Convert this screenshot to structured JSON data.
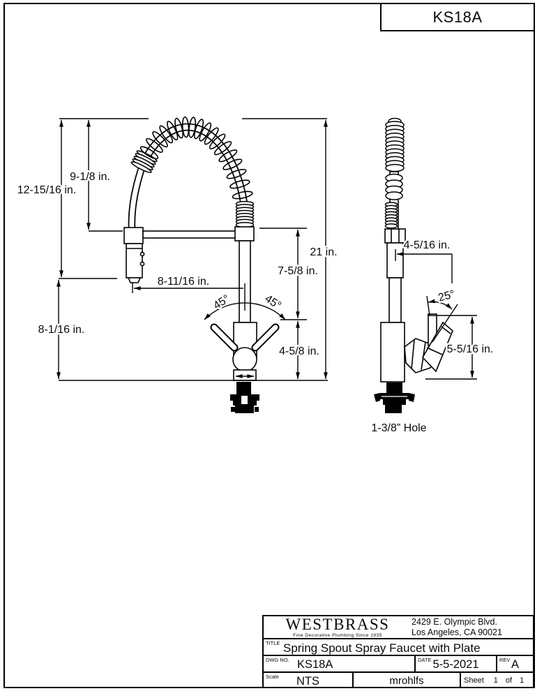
{
  "sheet": {
    "drawing_number": "KS18A"
  },
  "front_view": {
    "dim_height_to_outlet": "12-15/16 in.",
    "dim_spring_section": "9-1/8 in.",
    "dim_outlet_to_deck": "8-1/16 in.",
    "dim_spout_reach": "8-11/16 in.",
    "dim_total_height": "21 in.",
    "dim_bar_to_handle": "7-5/8 in.",
    "dim_handle_to_deck": "4-5/8 in.",
    "dim_swing_left": "45°",
    "dim_swing_right": "45°"
  },
  "side_view": {
    "dim_reach": "4-5/16 in.",
    "dim_handle_angle": "25°",
    "dim_handle_height": "5-5/16 in.",
    "hole_note": "1-3/8” Hole"
  },
  "title_block": {
    "company": "WESTBRASS",
    "tagline": "Fine Decorative Plumbing Since 1935",
    "address_line1": "2429 E. Olympic Blvd.",
    "address_line2": "Los Angeles, CA 90021",
    "title_label": "TITLE",
    "title": "Spring Spout Spray Faucet with Plate",
    "dwg_no_label": "DWG NO.",
    "dwg_no": "KS18A",
    "date_label": "DATE",
    "date": "5-5-2021",
    "rev_label": "REV",
    "rev": "A",
    "scale_label": "Scale",
    "scale": "NTS",
    "author": "mrohlfs",
    "sheet_label": "Sheet",
    "sheet_info": "1 of 1"
  }
}
